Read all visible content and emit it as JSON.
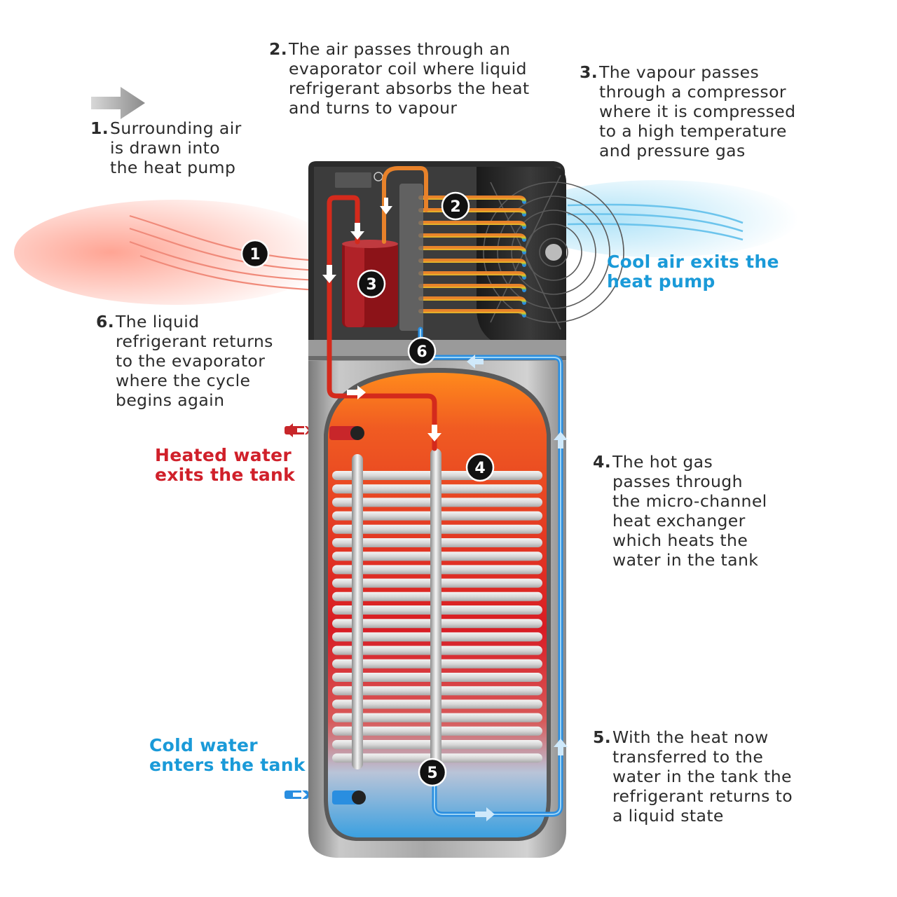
{
  "steps": [
    {
      "num": "1.",
      "lines": [
        "Surrounding air",
        "is drawn into",
        "the heat pump"
      ]
    },
    {
      "num": "2.",
      "lines": [
        "The air passes through an",
        "evaporator coil where liquid",
        "refrigerant absorbs the heat",
        "and turns to vapour"
      ]
    },
    {
      "num": "3.",
      "lines": [
        "The vapour passes",
        "through a compressor",
        "where it is compressed",
        "to a high temperature",
        "and pressure gas"
      ]
    },
    {
      "num": "4.",
      "lines": [
        "The hot gas",
        "passes through",
        "the micro-channel",
        "heat exchanger",
        "which heats the",
        "water in the tank"
      ]
    },
    {
      "num": "5.",
      "lines": [
        "With the heat now",
        "transferred to the",
        "water in the tank the",
        "refrigerant returns to",
        "a liquid state"
      ]
    },
    {
      "num": "6.",
      "lines": [
        "The liquid",
        "refrigerant returns",
        "to the evaporator",
        "where the cycle",
        "begins again"
      ]
    }
  ],
  "callouts": {
    "cool_air": [
      "Cool air exits the",
      "heat pump"
    ],
    "heated_water": [
      "Heated water",
      "exits the tank"
    ],
    "cold_water": [
      "Cold water",
      "enters the tank"
    ]
  },
  "markers": [
    "1",
    "2",
    "3",
    "4",
    "5",
    "6"
  ],
  "colors": {
    "hot": "#d0202a",
    "cool": "#1a9ad8",
    "refrigerant_hot": "#d42a1c",
    "refrigerant_warm": "#e8822a",
    "refrigerant_cold": "#2a8ee0",
    "text": "#2b2b2b"
  },
  "icons": [
    "direction-arrow-icon",
    "fan-grille-icon",
    "compressor-icon"
  ]
}
